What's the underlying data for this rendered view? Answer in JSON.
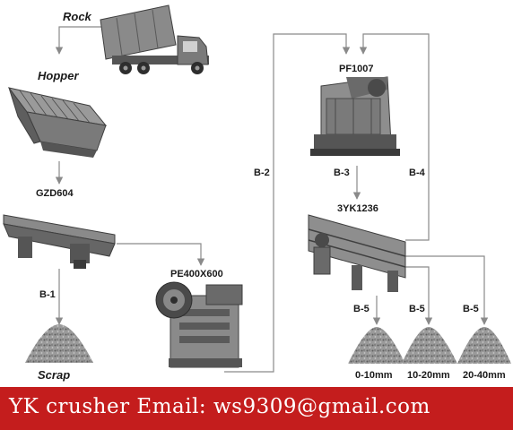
{
  "diagram": {
    "labels": {
      "rock": "Rock",
      "hopper": "Hopper",
      "feeder": "GZD604",
      "jaw_crusher": "PE400X600",
      "impact_crusher": "PF1007",
      "screen": "3YK1236",
      "scrap": "Scrap",
      "b1": "B-1",
      "b2": "B-2",
      "b3": "B-3",
      "b4": "B-4",
      "b5a": "B-5",
      "b5b": "B-5",
      "b5c": "B-5",
      "size_0_10": "0-10mm",
      "size_10_20": "10-20mm",
      "size_20_40": "20-40mm"
    }
  },
  "banner": {
    "text": "YK crusher Email: ws9309@gmail.com",
    "color": "#c41d1d"
  },
  "colors": {
    "line": "#8a8a8a",
    "machine": "#6e6e6e",
    "machine_dark": "#3f3f3f",
    "machine_light": "#b5b5b5",
    "gravel": "#8c8c8c"
  }
}
